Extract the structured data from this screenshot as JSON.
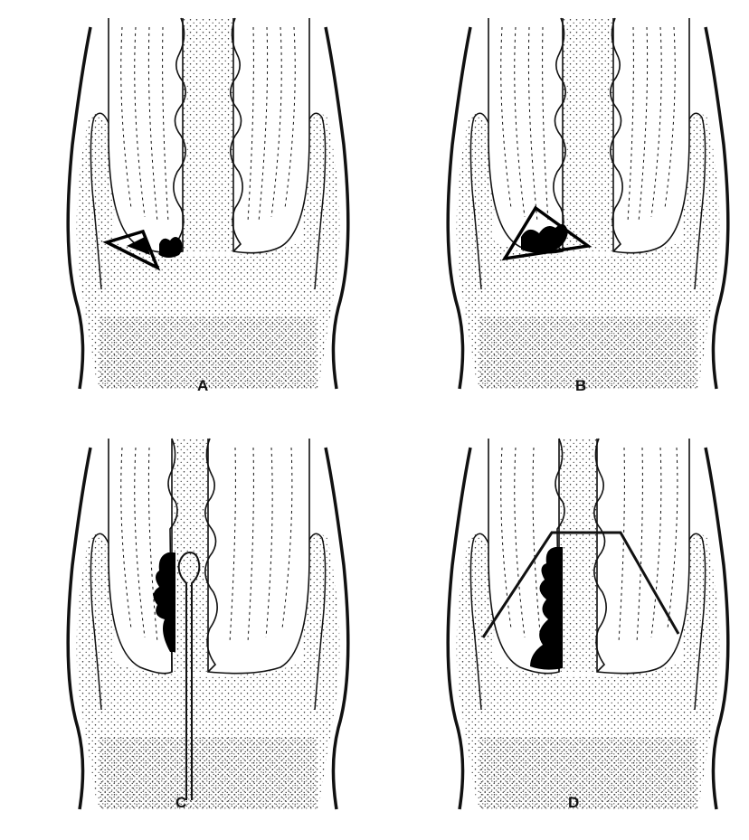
{
  "figure": {
    "panels": [
      {
        "id": "A",
        "label": "A",
        "tool": "small-wedge"
      },
      {
        "id": "B",
        "label": "B",
        "tool": "large-wedge"
      },
      {
        "id": "C",
        "label": "C",
        "tool": "loop-probe"
      },
      {
        "id": "D",
        "label": "D",
        "tool": "trapezoid-excision"
      }
    ],
    "colors": {
      "ink": "#111111",
      "stipple": "#2a2a2a",
      "paper": "#ffffff",
      "lesion": "#000000"
    }
  }
}
